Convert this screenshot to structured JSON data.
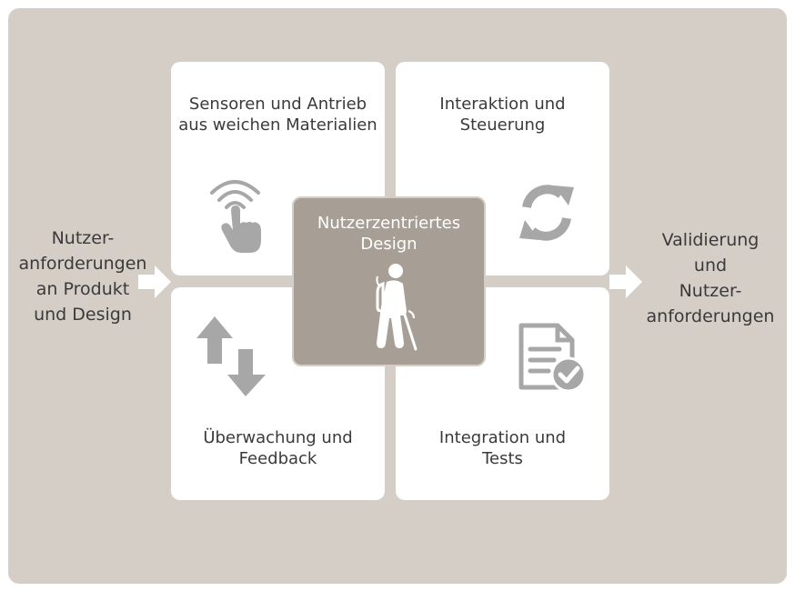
{
  "boxes": {
    "top_left": "Sensoren und Antrieb\naus weichen Materialien",
    "top_right": "Interaktion und\nSteuerung",
    "bottom_left": "Überwachung und\nFeedback",
    "bottom_right": "Integration und\nTests",
    "center": "Nutzerzentriertes\nDesign"
  },
  "input_text": "Nutzer-\nanforderungen\nan Produkt\nund Design",
  "output_text": "Validierung\nund\nNutzer-\nanforderungen",
  "icons": {
    "top_left": "touch-signal-icon",
    "top_right": "refresh-cycle-icon",
    "bottom_left": "up-down-arrows-icon",
    "bottom_right": "document-check-icon",
    "center": "walking-person-icon"
  },
  "colors": {
    "panel": "#d5cec7",
    "center_box": "#a79f96",
    "icon_gray": "#a7a7a7",
    "text": "#3a3a3a"
  }
}
